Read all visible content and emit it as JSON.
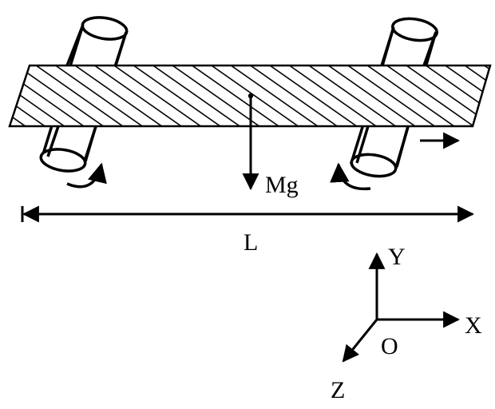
{
  "labels": {
    "weight": "Mg",
    "length": "L",
    "axis_y": "Y",
    "axis_x": "X",
    "axis_z": "Z",
    "origin": "O"
  },
  "colors": {
    "ink": "#000000",
    "background": "#ffffff"
  }
}
